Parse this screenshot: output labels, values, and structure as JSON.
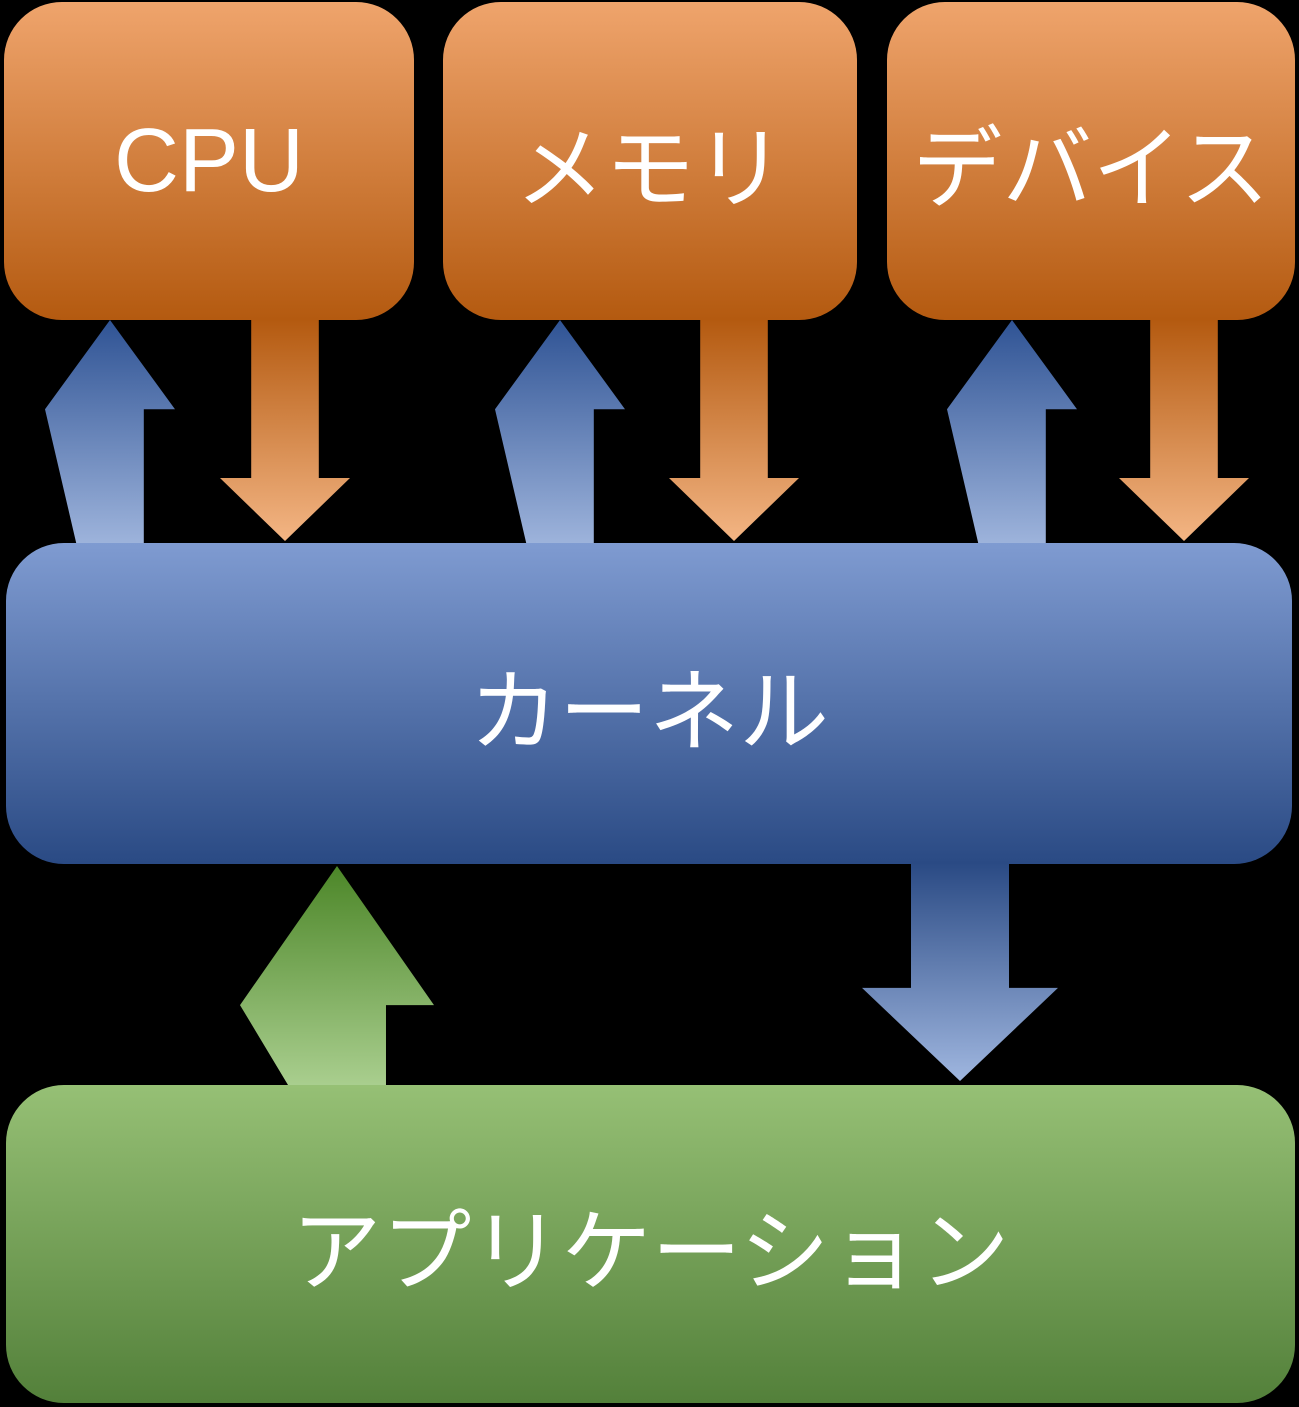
{
  "nodes": {
    "cpu": {
      "label": "CPU"
    },
    "memory": {
      "label": "メモリ"
    },
    "device": {
      "label": "デバイス"
    },
    "kernel": {
      "label": "カーネル"
    },
    "application": {
      "label": "アプリケーション"
    }
  },
  "edges": [
    {
      "from": "kernel",
      "to": "cpu",
      "direction": "up",
      "color": "blue"
    },
    {
      "from": "cpu",
      "to": "kernel",
      "direction": "down",
      "color": "orange"
    },
    {
      "from": "kernel",
      "to": "memory",
      "direction": "up",
      "color": "blue"
    },
    {
      "from": "memory",
      "to": "kernel",
      "direction": "down",
      "color": "orange"
    },
    {
      "from": "kernel",
      "to": "device",
      "direction": "up",
      "color": "blue"
    },
    {
      "from": "device",
      "to": "kernel",
      "direction": "down",
      "color": "orange"
    },
    {
      "from": "application",
      "to": "kernel",
      "direction": "up",
      "color": "green"
    },
    {
      "from": "kernel",
      "to": "application",
      "direction": "down",
      "color": "blue"
    }
  ],
  "colors": {
    "background": "#000000",
    "orange_top": "#efa46c",
    "orange_bottom": "#b45a10",
    "blue_top": "#7f9bd1",
    "blue_bottom": "#2a4a84",
    "green_top": "#96c075",
    "green_bottom": "#53803a",
    "arrow_blue_dark": "#2f5394",
    "arrow_blue_light": "#9db3db",
    "arrow_blue_light2": "#9fb6df",
    "arrow_orange_dark": "#b45a10",
    "arrow_orange_light": "#f3b584",
    "arrow_green_dark": "#4c8628",
    "arrow_green_light": "#a9ce8e",
    "text": "#ffffff"
  }
}
